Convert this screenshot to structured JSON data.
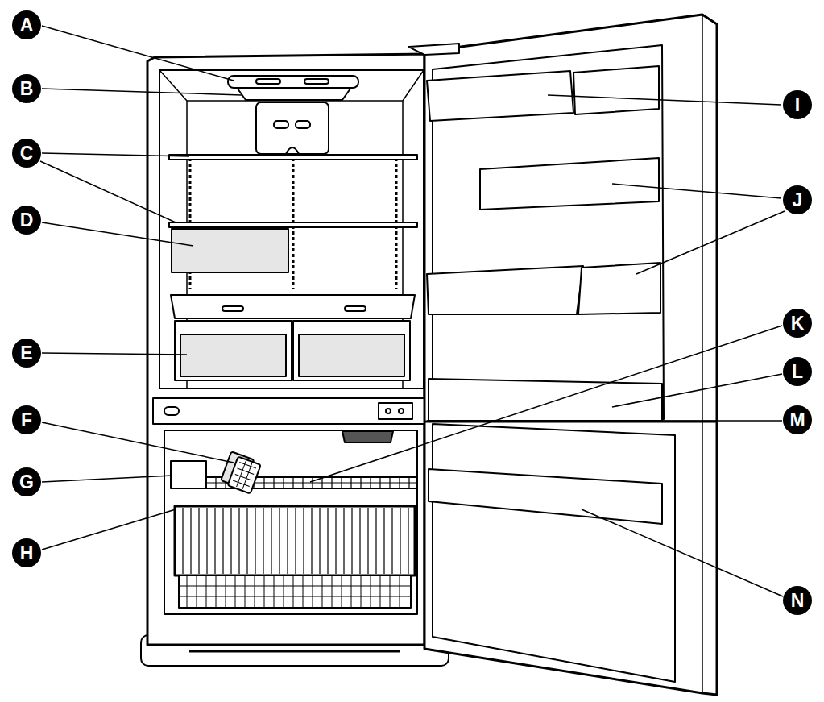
{
  "diagram": {
    "labels": [
      "A",
      "B",
      "C",
      "D",
      "E",
      "F",
      "G",
      "H",
      "I",
      "J",
      "K",
      "L",
      "M",
      "N"
    ]
  }
}
